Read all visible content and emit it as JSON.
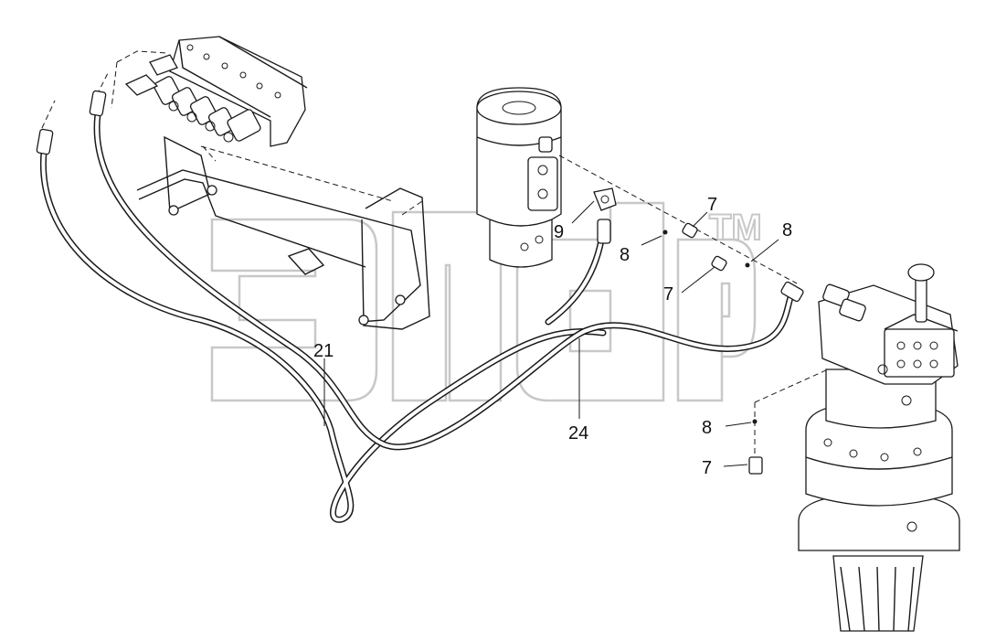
{
  "watermark": {
    "trademark": "TM"
  },
  "callouts": [
    {
      "id": "hose-21",
      "text": "21"
    },
    {
      "id": "hose-24",
      "text": "24"
    },
    {
      "id": "elbow-9",
      "text": "9"
    },
    {
      "id": "adapter-7-top",
      "text": "7"
    },
    {
      "id": "seal-8-top-left",
      "text": "8"
    },
    {
      "id": "seal-8-top-right",
      "text": "8"
    },
    {
      "id": "adapter-7-mid",
      "text": "7"
    },
    {
      "id": "seal-8-lower",
      "text": "8"
    },
    {
      "id": "adapter-7-lower",
      "text": "7"
    }
  ]
}
